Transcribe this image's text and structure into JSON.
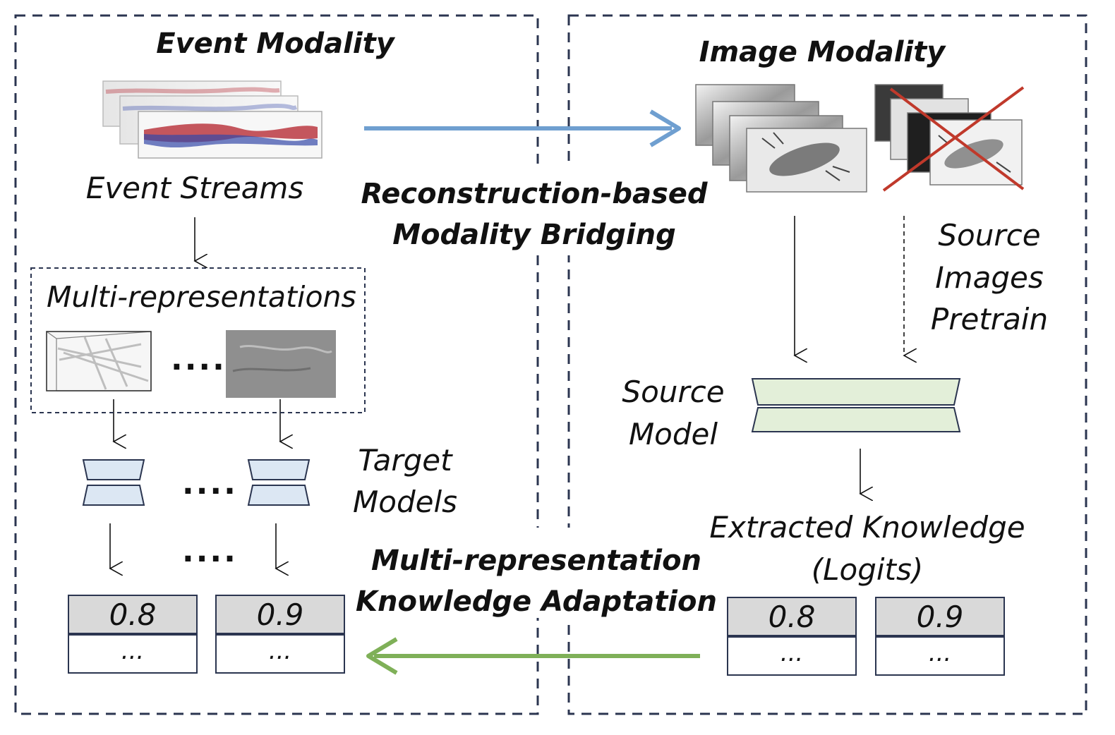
{
  "event_panel": {
    "title": "Event Modality",
    "event_streams_label": "Event Streams",
    "multi_representations_label": "Multi-representations",
    "representation_ellipsis": "....",
    "target_models_label": "Target\nModels",
    "models_ellipsis": "....",
    "outputs_ellipsis": "....",
    "outputs": [
      {
        "value": "0.8",
        "rest": "..."
      },
      {
        "value": "0.9",
        "rest": "..."
      }
    ]
  },
  "image_panel": {
    "title": "Image Modality",
    "source_images_pretrain_label": "Source\nImages\nPretrain",
    "source_model_label": "Source\nModel",
    "extracted_knowledge_label": "Extracted Knowledge\n(Logits)",
    "outputs": [
      {
        "value": "0.8",
        "rest": "..."
      },
      {
        "value": "0.9",
        "rest": "..."
      }
    ]
  },
  "bridging": {
    "reconstruction_label": "Reconstruction-based\nModality Bridging",
    "adaptation_label": "Multi-representation\nKnowledge Adaptation"
  },
  "colors": {
    "panel_border": "#2b3550",
    "blue_arrow": "#6f9fd0",
    "green_arrow": "#7fb058",
    "target_model_fill": "#dce7f3",
    "source_model_fill": "#e3efd9",
    "logit_header_fill": "#d9d9d9",
    "cross_out": "#c0392b"
  }
}
